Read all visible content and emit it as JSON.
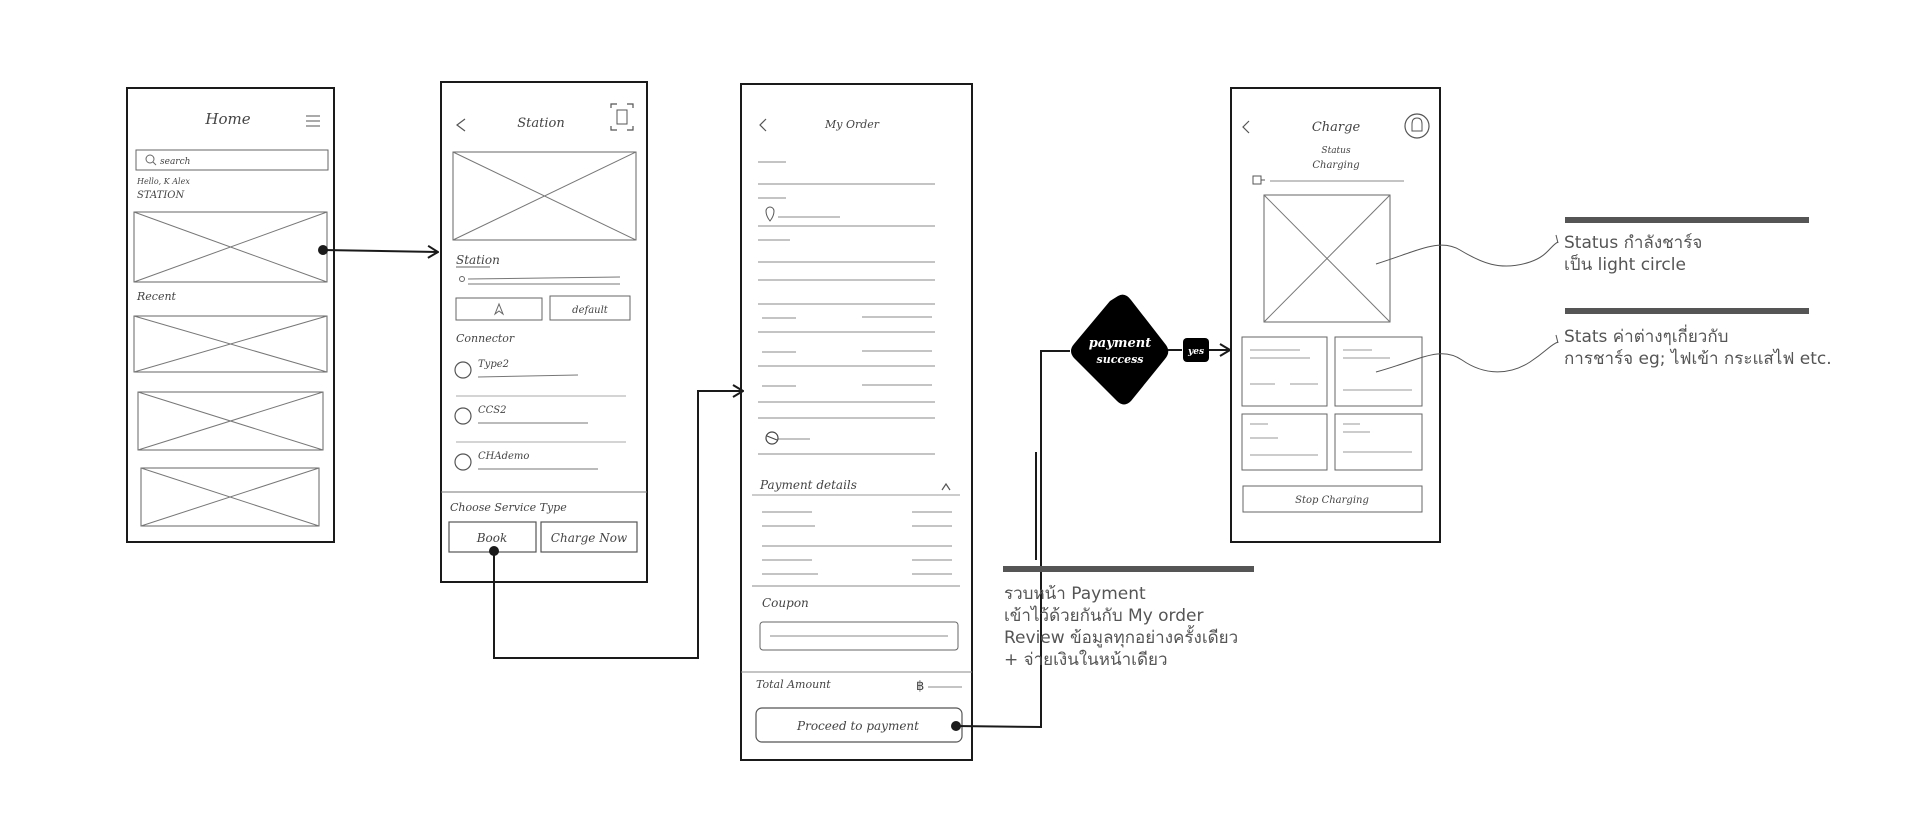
{
  "home": {
    "title": "Home",
    "search_placeholder": "search",
    "greeting": "Hello, K Alex",
    "section_station": "STATION",
    "section_recent": "Recent"
  },
  "station": {
    "title": "Station",
    "section_station": "Station",
    "default_button": "default",
    "section_connector": "Connector",
    "connectors": [
      "Type2",
      "CCS2",
      "CHAdemo"
    ],
    "service_type_label": "Choose Service Type",
    "book_button": "Book",
    "charge_now_button": "Charge Now"
  },
  "order": {
    "title": "My Order",
    "payment_details": "Payment details",
    "coupon_label": "Coupon",
    "total_label": "Total Amount",
    "currency_symbol": "฿",
    "proceed_button": "Proceed to payment"
  },
  "decision": {
    "line1": "payment",
    "line2": "success",
    "yes_label": "yes"
  },
  "charge": {
    "title": "Charge",
    "status_label": "Status",
    "status_value": "Charging",
    "stop_button": "Stop Charging"
  },
  "notes": {
    "payment": [
      "รวบหน้า Payment",
      "เข้าไว้ด้วยกันกับ My order",
      "Review ข้อมูลทุกอย่างครั้งเดียว",
      "+ จ่ายเงินในหน้าเดียว"
    ],
    "status": [
      "Status กำลังชาร์จ",
      "เป็น light circle"
    ],
    "stats": [
      "Stats ค่าต่างๆเกี่ยวกับ",
      "การชาร์จ eg; ไฟเข้า กระแสไฟ etc."
    ]
  },
  "colors": {
    "ink": "#1a1a1a",
    "light_ink": "#8a8a8a",
    "note_bar": "#555555",
    "note_text": "#555555",
    "decision_fill": "#000000",
    "background": "#ffffff"
  }
}
